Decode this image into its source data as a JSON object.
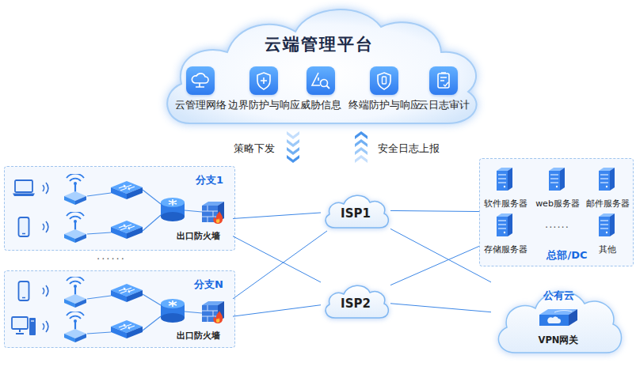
{
  "diagram": {
    "nodes": [
      {
        "text": [
          "云端管理平台"
        ]
      },
      {
        "text": [
          "云管理网络"
        ],
        "in": 0
      },
      {
        "text": [
          "边界防护与响应"
        ],
        "in": 0
      },
      {
        "text": [
          "威胁信息"
        ],
        "in": 0
      },
      {
        "text": [
          "终端防护与响应"
        ],
        "in": 0
      },
      {
        "text": [
          "云日志审计"
        ],
        "in": 0
      },
      {
        "text": [
          "分支1"
        ]
      },
      {
        "text": [
          "出口防火墙"
        ],
        "in": 6
      },
      {
        "text": [
          "分支N"
        ]
      },
      {
        "text": [
          "出口防火墙"
        ],
        "in": 8
      },
      {
        "text": [
          "ISP1"
        ]
      },
      {
        "text": [
          "ISP2"
        ]
      },
      {
        "text": [
          "总部/DC"
        ]
      },
      {
        "text": [
          "软件服务器"
        ],
        "in": 12
      },
      {
        "text": [
          "web服务器"
        ],
        "in": 12
      },
      {
        "text": [
          "邮件服务器"
        ],
        "in": 12
      },
      {
        "text": [
          "存储服务器"
        ],
        "in": 12
      },
      {
        "text": [
          "其他"
        ],
        "in": 12
      },
      {
        "text": [
          "公有云"
        ]
      },
      {
        "text": [
          "VPN网关"
        ],
        "in": 18
      }
    ],
    "edges": [
      {
        "from": 7,
        "to": 10,
        "arrow": "none"
      },
      {
        "from": 7,
        "to": 11,
        "arrow": "none"
      },
      {
        "from": 9,
        "to": 10,
        "arrow": "none"
      },
      {
        "from": 9,
        "to": 11,
        "arrow": "none"
      },
      {
        "from": 10,
        "to": 12,
        "arrow": "none"
      },
      {
        "from": 10,
        "to": 18,
        "arrow": "none"
      },
      {
        "from": 11,
        "to": 12,
        "arrow": "none"
      },
      {
        "from": 11,
        "to": 18,
        "arrow": "none"
      }
    ],
    "labels": [
      "策略下发",
      "安全日志上报",
      "......",
      "......"
    ]
  }
}
